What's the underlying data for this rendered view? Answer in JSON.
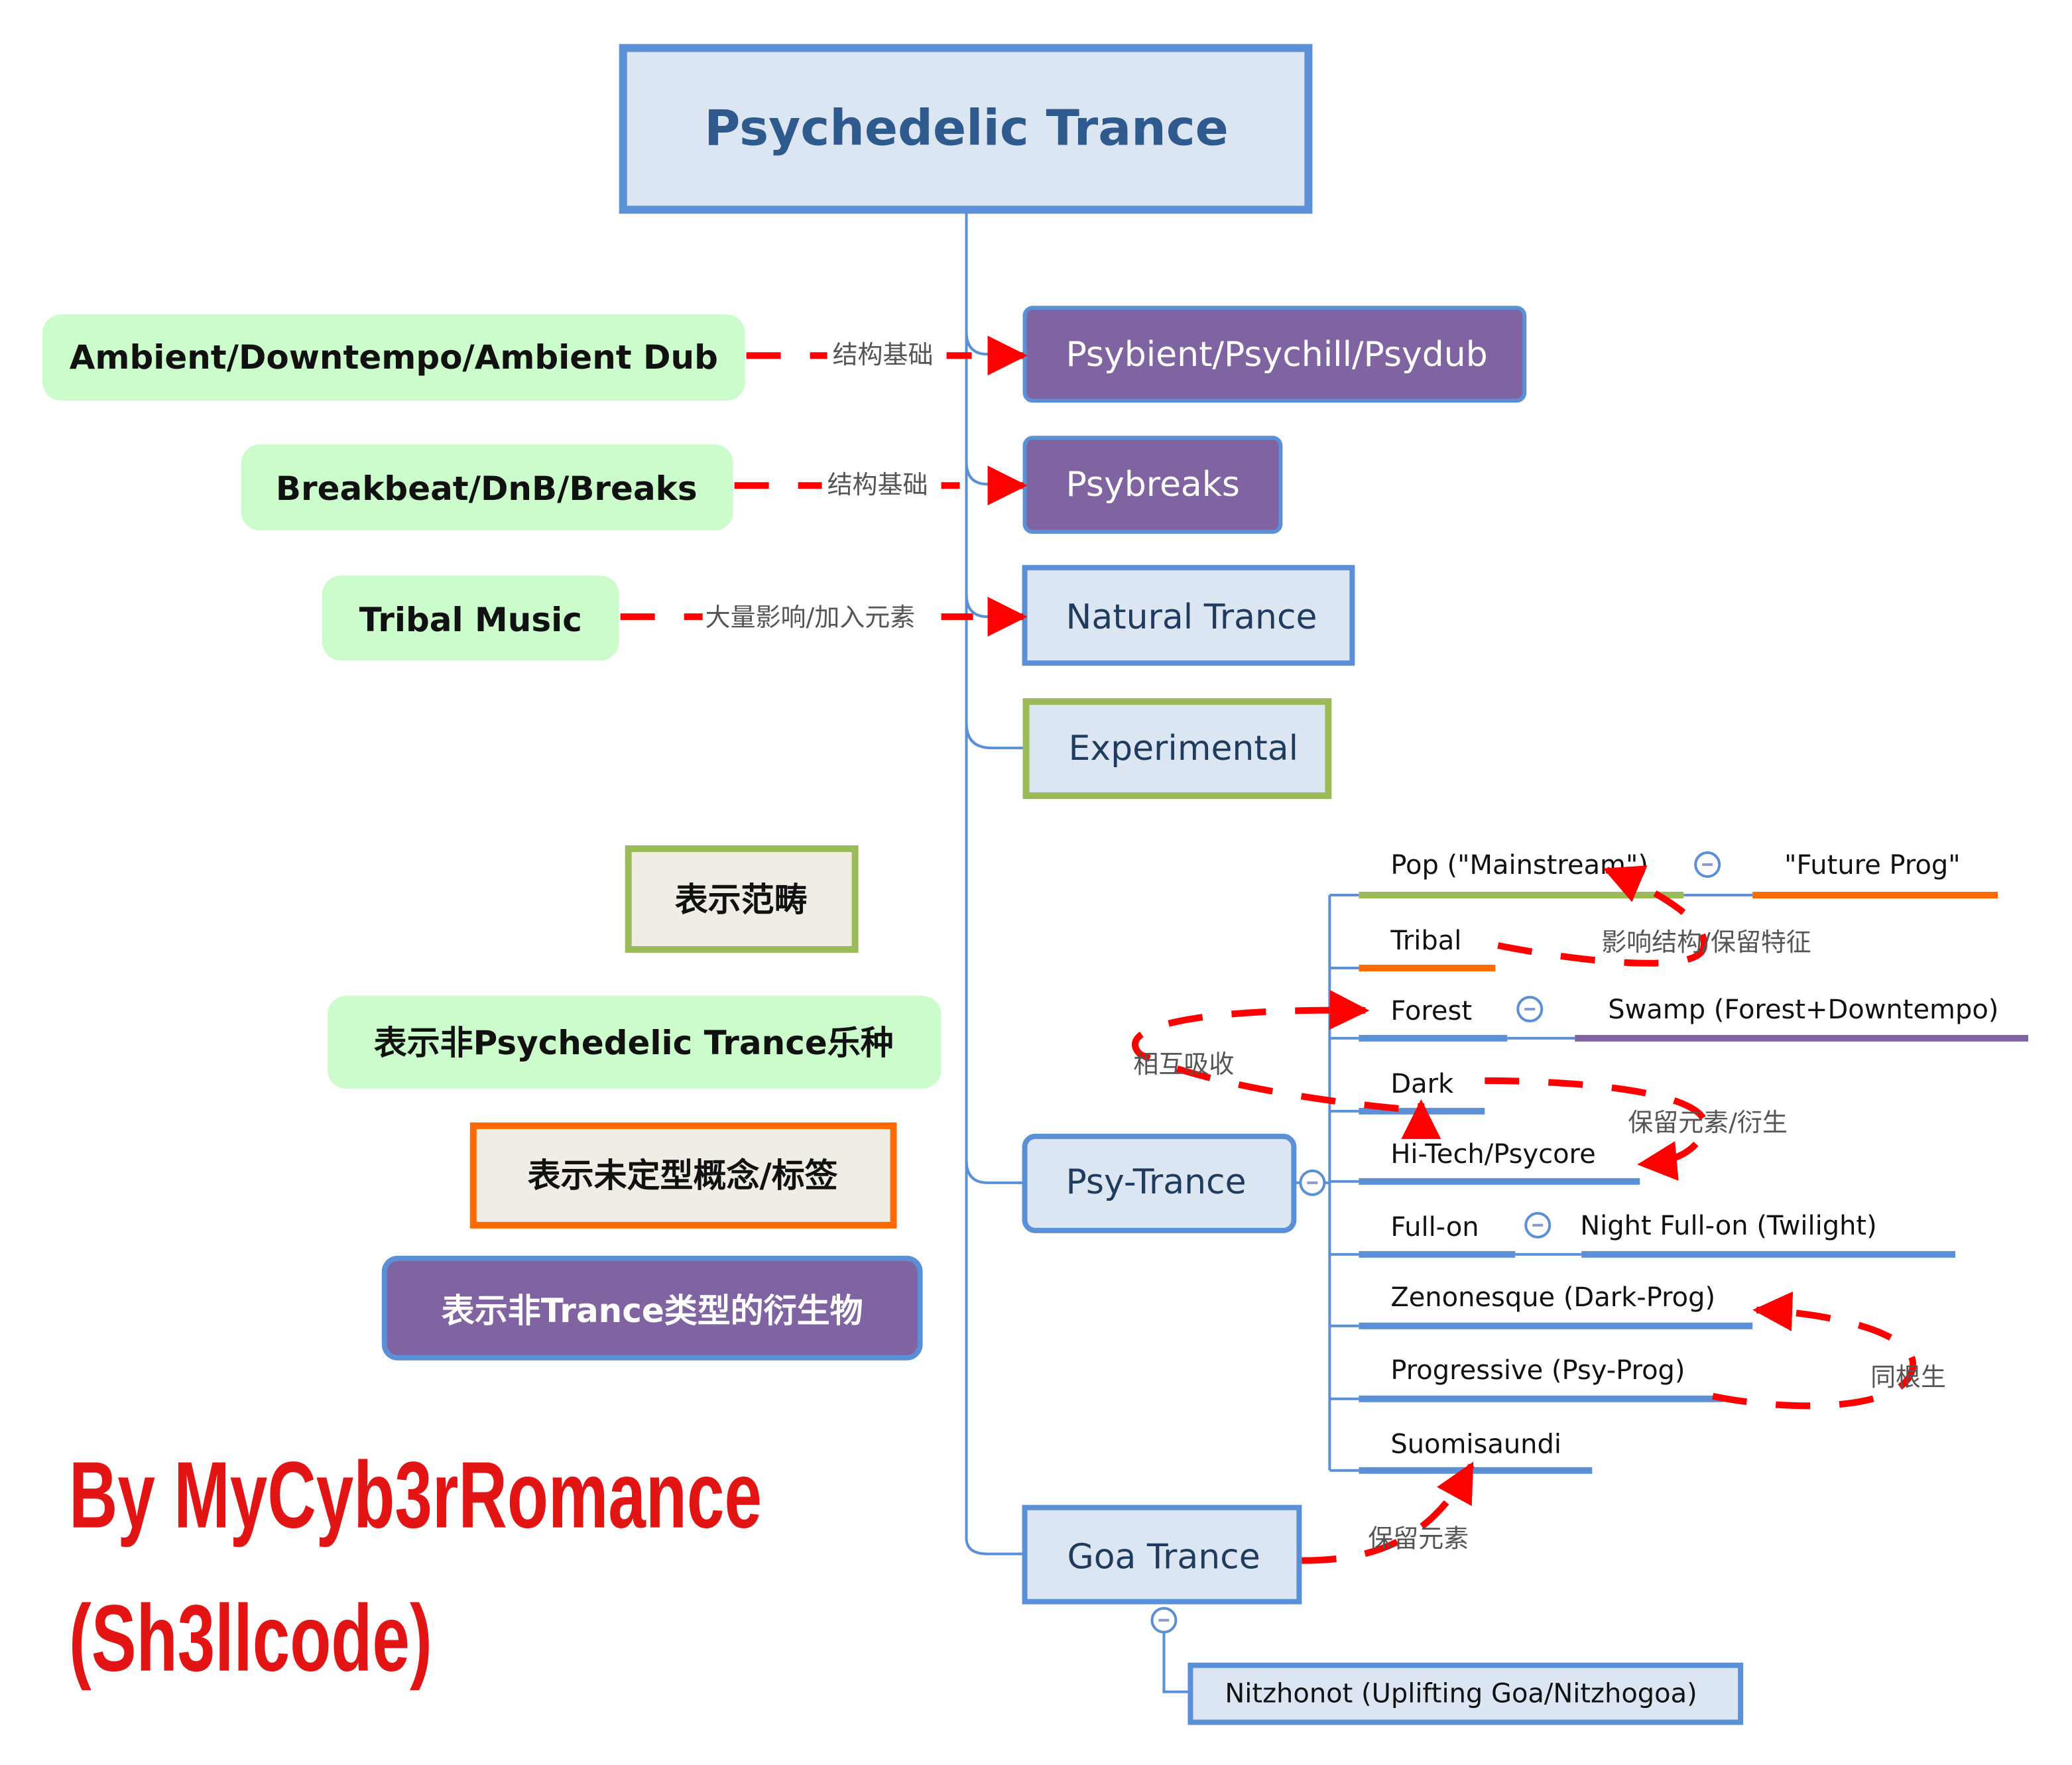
{
  "root": {
    "title": "Psychedelic Trance"
  },
  "branches": {
    "psybient": "Psybient/Psychill/Psydub",
    "psybreaks": "Psybreaks",
    "natural": "Natural Trance",
    "experimental": "Experimental",
    "psytrance": "Psy-Trance",
    "goa": "Goa Trance",
    "nitzhonot": "Nitzhonot (Uplifting Goa/Nitzhogoa)"
  },
  "influences": {
    "ambient": "Ambient/Downtempo/Ambient Dub",
    "breakbeat": "Breakbeat/DnB/Breaks",
    "tribal_music": "Tribal Music"
  },
  "relation_labels": {
    "ambient_to_psybient": "结构基础",
    "breakbeat_to_psybreaks": "结构基础",
    "tribal_to_natural": "大量影响/加入元素",
    "tribal_to_pop": "影响结构/保留特征",
    "forest_dark": "相互吸收",
    "dark_to_hitech": "保留元素/衍生",
    "zen_prog": "同根生",
    "goa_to_suomi": "保留元素"
  },
  "psytrance_subgenres": {
    "pop": "Pop (\"Mainstream\")",
    "future_prog": "\"Future Prog\"",
    "tribal": "Tribal",
    "forest": "Forest",
    "swamp": "Swamp (Forest+Downtempo)",
    "dark": "Dark",
    "hitech": "Hi-Tech/Psycore",
    "fullon": "Full-on",
    "night_fullon": "Night Full-on (Twilight)",
    "zenonesque": "Zenonesque (Dark-Prog)",
    "progressive": "Progressive (Psy-Prog)",
    "suomisaundi": "Suomisaundi"
  },
  "legend": {
    "category": "表示范畴",
    "non_psy": "表示非Psychedelic Trance乐种",
    "undefined": "表示未定型概念/标签",
    "non_trance": "表示非Trance类型的衍生物"
  },
  "signature": {
    "line1": "By MyCyb3rRomance",
    "line2": "(Sh3llcode)"
  },
  "colors": {
    "blue": "#5b8fd6",
    "purple": "#8064a2",
    "green_fill": "#ccfccc",
    "olive": "#9bbb59",
    "orange": "#ff6a00",
    "red": "#ff0000",
    "node_fill": "#dce6f2"
  }
}
